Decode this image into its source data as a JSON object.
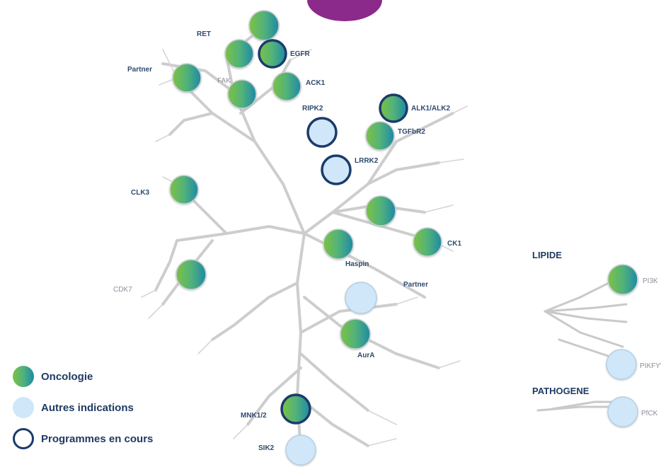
{
  "kinome": {
    "labels": {
      "ret": "RET",
      "egfr": "EGFR",
      "partner_top": "Partner",
      "fak": "FAK",
      "ack1": "ACK1",
      "ripk2": "RIPK2",
      "alk": "ALK1/ALK2",
      "tgfbr2": "TGFbR2",
      "lrrk2": "LRRK2",
      "clk3": "CLK3",
      "ck1": "CK1",
      "haspin": "Haspin",
      "partner_mid": "Partner",
      "cdk7": "CDK7",
      "aura": "AurA",
      "mnk": "MNK1/2",
      "sik2": "SIK2"
    }
  },
  "side": {
    "lipide_title": "LIPIDE",
    "pathogene_title": "PATHOGENE",
    "pi3k": "PI3K",
    "pikfyve": "PIKFYVE",
    "pfck": "PfCK"
  },
  "legend": {
    "oncologie": "Oncologie",
    "autres": "Autres indications",
    "programmes": "Programmes en cours"
  },
  "colors": {
    "oncology_start": "#7cc242",
    "oncology_end": "#1e8aa6",
    "other_indications": "#cfe7f8",
    "ongoing_border": "#1b3b6b",
    "branches": "#cfcfcf",
    "accent_top": "#8b2a8a"
  }
}
